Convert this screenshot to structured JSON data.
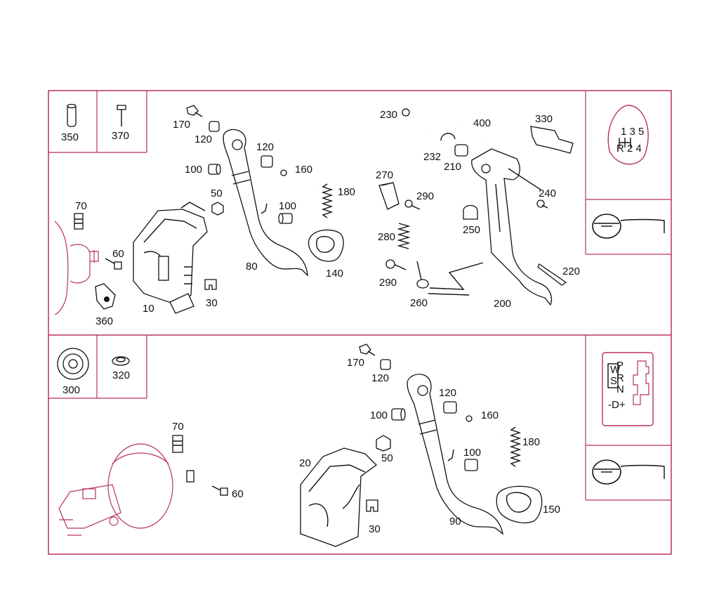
{
  "top_panel": {
    "inset_labels": {
      "a": "350",
      "b": "370"
    },
    "labels": {
      "p170": "170",
      "p120a": "120",
      "p120b": "120",
      "p160": "160",
      "p100a": "100",
      "p180": "180",
      "p50": "50",
      "p100b": "100",
      "p70": "70",
      "p60": "60",
      "p80": "80",
      "p140": "140",
      "p30": "30",
      "p10": "10",
      "p360": "360",
      "p230": "230",
      "p400": "400",
      "p330": "330",
      "p232": "232",
      "p210": "210",
      "p270": "270",
      "p290a": "290",
      "p240": "240",
      "p250": "250",
      "p280": "280",
      "p220": "220",
      "p290b": "290",
      "p260": "260",
      "p200": "200"
    },
    "shift_pattern": {
      "row1": "1 3 5",
      "row2": "R 2 4"
    }
  },
  "bottom_panel": {
    "inset_labels": {
      "a": "300",
      "b": "320"
    },
    "labels": {
      "p170": "170",
      "p120a": "120",
      "p120b": "120",
      "p160": "160",
      "p100a": "100",
      "p180": "180",
      "p70": "70",
      "p60": "60",
      "p100b": "100",
      "p50": "50",
      "p20": "20",
      "p30": "30",
      "p90": "90",
      "p150": "150"
    },
    "gate_pattern": {
      "left": [
        "W",
        "S"
      ],
      "right": [
        "P",
        "R",
        "N"
      ],
      "bottom": "-D+"
    }
  },
  "colors": {
    "lines": "#111111",
    "accent": "#b8325a"
  }
}
